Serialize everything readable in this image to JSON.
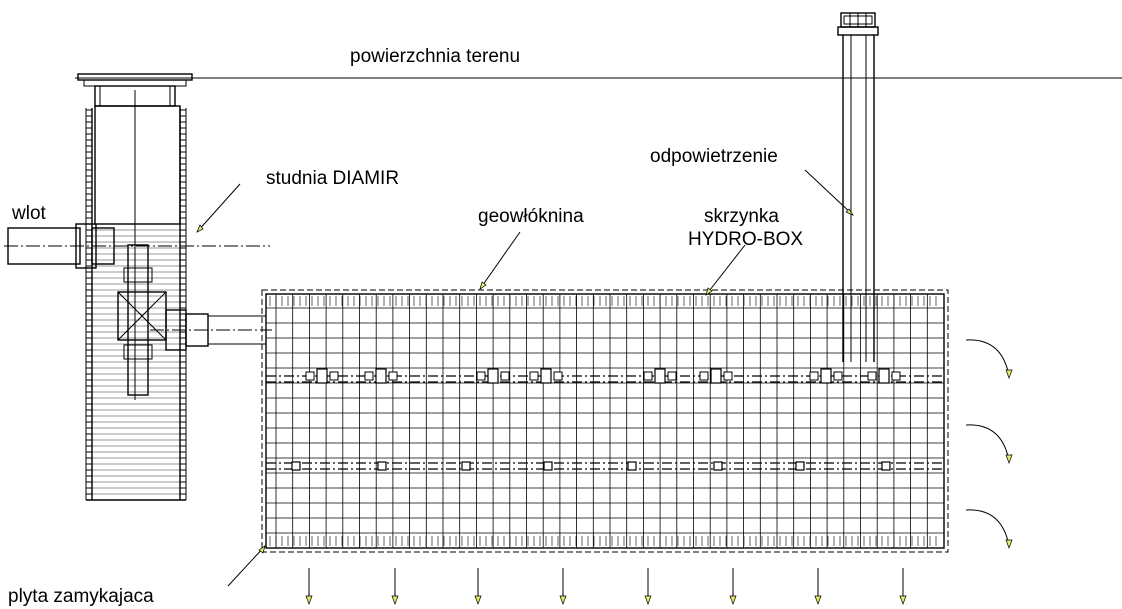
{
  "labels": {
    "surface": "powierzchnia terenu",
    "well": "studnia DIAMIR",
    "inlet": "wlot",
    "vent": "odpowietrzenie",
    "geotextile": "geowłóknina",
    "box_line1": "skrzynka",
    "box_line2": "HYDRO-BOX",
    "cover_plate": "plyta zamykajaca"
  },
  "colors": {
    "line": "#000000",
    "arrowhead": "#e8e86a",
    "background": "#ffffff"
  }
}
